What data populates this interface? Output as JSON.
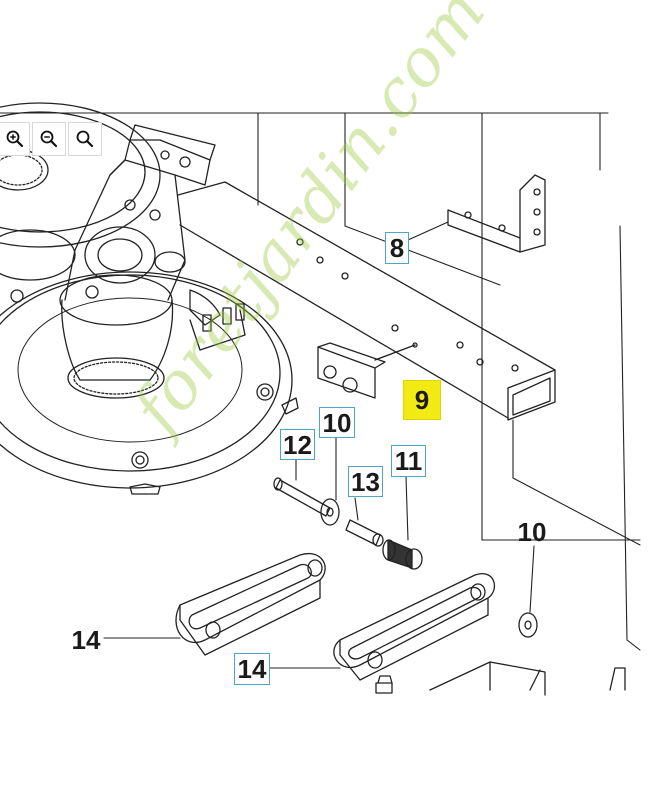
{
  "toolbar": {
    "buttons": [
      {
        "name": "zoom-in-button",
        "icon": "zoom-in-icon"
      },
      {
        "name": "zoom-out-button",
        "icon": "zoom-out-icon"
      },
      {
        "name": "zoom-reset-button",
        "icon": "magnifier-icon"
      }
    ]
  },
  "callouts": {
    "c8": "8",
    "c9": "9",
    "c10a": "10",
    "c10b": "10",
    "c11": "11",
    "c12": "12",
    "c13": "13",
    "c14a": "14",
    "c14b": "14"
  },
  "watermark": "foretjardin.com",
  "colors": {
    "callout_border": "#4aa7c9",
    "highlight": "#f2ea13",
    "watermark": "#9cc73a",
    "line": "#222222"
  }
}
